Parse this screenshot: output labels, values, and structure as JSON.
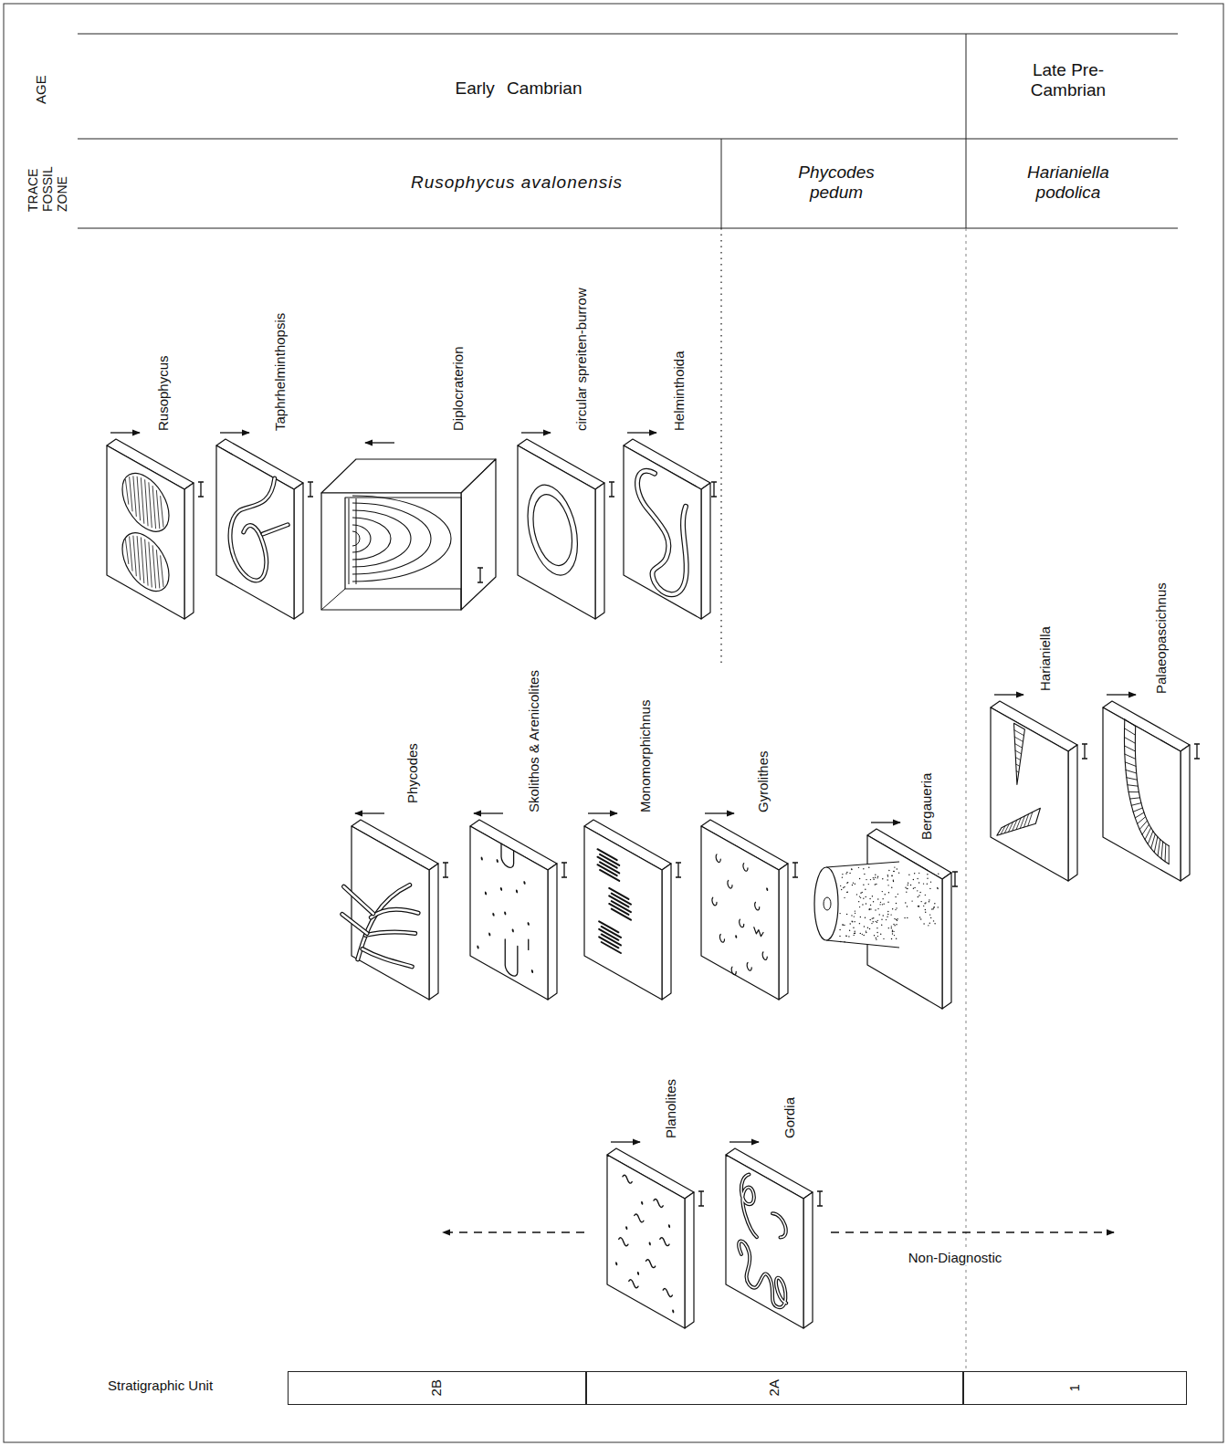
{
  "diagram": {
    "nodes": [
      {
        "text": [
          "2B"
        ]
      },
      {
        "text": [
          "2A"
        ]
      },
      {
        "text": [
          "1"
        ]
      }
    ],
    "labels": [
      "AGE",
      "TRACE FOSSIL ZONE",
      "Early Cambrian",
      "Late Pre- Cambrian",
      "Rusophycus avalonensis",
      "Phycodes pedum",
      "Harianiella podolica",
      "Rusophycus",
      "Taphrhelminthopsis",
      "Diplocraterion",
      "circular spreiten-burrow",
      "Helminthoida",
      "Phycodes",
      "Skolithos & Arenicolites",
      "Monomorphichnus",
      "Gyrolithes",
      "Bergaueria",
      "Harianiella",
      "Palaeopascichnus",
      "Planolites",
      "Gordia",
      "Non-Diagnostic",
      "Stratigraphic Unit"
    ]
  }
}
